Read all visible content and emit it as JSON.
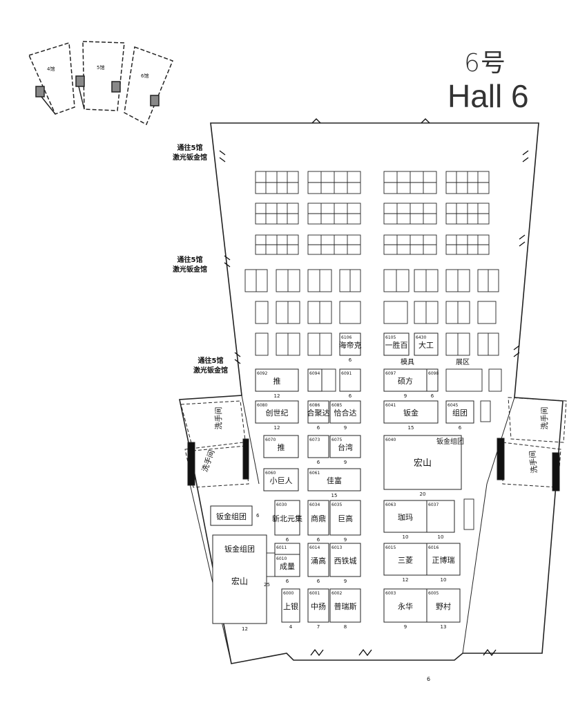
{
  "title": {
    "cn": "6号",
    "en": "Hall 6"
  },
  "minimap_labels": [
    "4馆",
    "5馆",
    "6馆"
  ],
  "hall_exits": [
    {
      "line1": "通往5馆",
      "line2": "激光钣金馆"
    },
    {
      "line1": "通往5馆",
      "line2": "激光钣金馆"
    },
    {
      "line1": "通往5馆",
      "line2": "激光钣金馆"
    }
  ],
  "restrooms": [
    "洗手间",
    "洗手间",
    "洗手间",
    "洗手间"
  ],
  "areas": {
    "mold": "模具",
    "exhibit": "展区"
  },
  "footer_number": "6",
  "booths": [
    {
      "id": "6092",
      "name": "推",
      "w": "12"
    },
    {
      "id": "6094",
      "name": "",
      "w": ""
    },
    {
      "id": "6091",
      "name": "",
      "w": "6"
    },
    {
      "id": "6097",
      "name": "硕方",
      "w": "9"
    },
    {
      "id": "6098",
      "name": "",
      "w": "6"
    },
    {
      "id": "6080",
      "name": "创世纪",
      "w": "12"
    },
    {
      "id": "6086",
      "name": "合聚达",
      "w": "6"
    },
    {
      "id": "6085",
      "name": "恰合达",
      "w": "9"
    },
    {
      "id": "6041",
      "name": "钣金",
      "w": "15"
    },
    {
      "id": "6045",
      "name": "组团",
      "w": "6"
    },
    {
      "id": "6070",
      "name": "推",
      "w": ""
    },
    {
      "id": "6073",
      "name": "",
      "w": "6"
    },
    {
      "id": "6075",
      "name": "台湾",
      "w": "9"
    },
    {
      "id": "6040",
      "name": "宏山",
      "w": "20"
    },
    {
      "id": "6060",
      "name": "小巨人",
      "w": ""
    },
    {
      "id": "6061",
      "name": "佳富",
      "w": "15"
    },
    {
      "id": "6030",
      "name": "新北元集",
      "w": "6"
    },
    {
      "id": "6034",
      "name": "商鼎",
      "w": "6"
    },
    {
      "id": "6035",
      "name": "巨高",
      "w": "9"
    },
    {
      "id": "6063",
      "name": "珈玛",
      "w": "10"
    },
    {
      "id": "6037",
      "name": "",
      "w": "10"
    },
    {
      "id": "6011",
      "name": "",
      "w": ""
    },
    {
      "id": "6010",
      "name": "成量",
      "w": "6"
    },
    {
      "id": "6014",
      "name": "涌高",
      "w": "6"
    },
    {
      "id": "6013",
      "name": "西铁城",
      "w": "9"
    },
    {
      "id": "6015",
      "name": "三菱",
      "w": "12"
    },
    {
      "id": "6016",
      "name": "正博瑞",
      "w": "10"
    },
    {
      "id": "6000",
      "name": "上银",
      "w": "4"
    },
    {
      "id": "6001",
      "name": "中扬",
      "w": "7"
    },
    {
      "id": "6002",
      "name": "普瑞斯",
      "w": "8"
    },
    {
      "id": "6003",
      "name": "永华",
      "w": "9"
    },
    {
      "id": "6005",
      "name": "野村",
      "w": "13"
    },
    {
      "id": "6106",
      "name": "海帝克",
      "w": "6"
    },
    {
      "id": "6105",
      "name": "一胜百",
      "w": ""
    },
    {
      "id": "6430",
      "name": "大工",
      "w": ""
    }
  ],
  "side_booths": [
    {
      "name": "钣金组团",
      "w": "6"
    },
    {
      "name": "钣金组团",
      "w": ""
    },
    {
      "name": "宏山",
      "w": "25"
    }
  ],
  "center_label": "钣金组团",
  "bottom_widths": [
    "12"
  ]
}
